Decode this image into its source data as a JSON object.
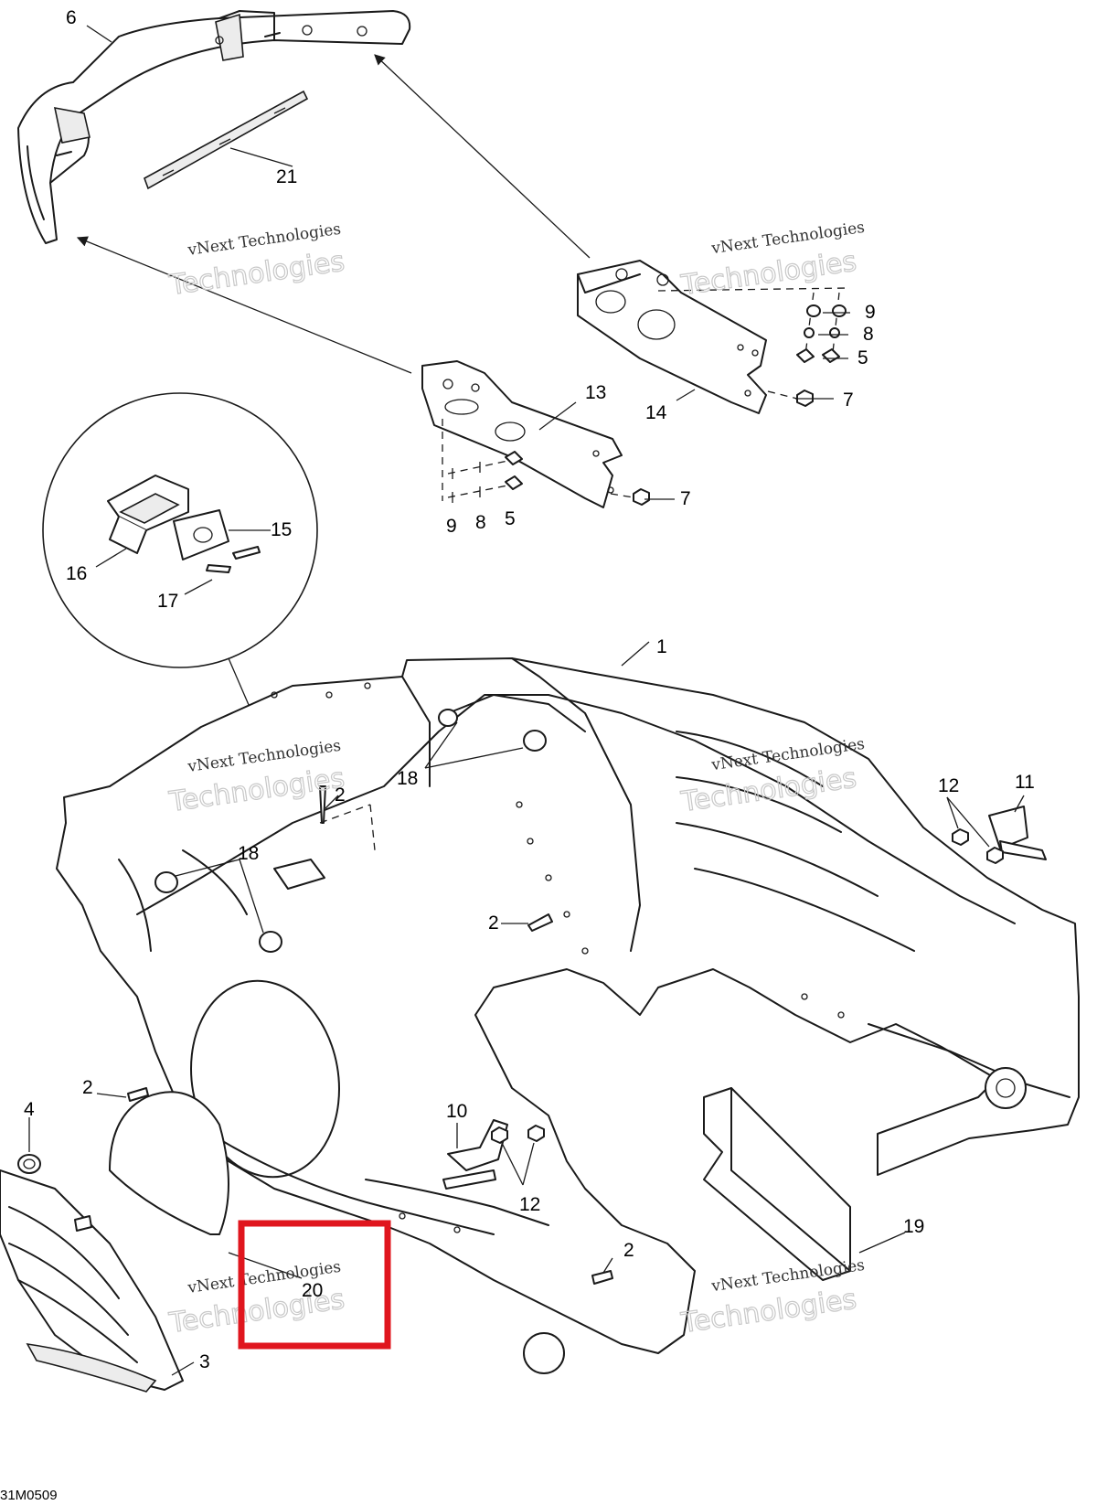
{
  "diagram": {
    "callouts": [
      "1",
      "2",
      "2",
      "2",
      "2",
      "3",
      "4",
      "5",
      "5",
      "6",
      "7",
      "7",
      "8",
      "8",
      "9",
      "9",
      "10",
      "11",
      "12",
      "12",
      "13",
      "14",
      "15",
      "16",
      "17",
      "18",
      "18",
      "19",
      "20",
      "21"
    ],
    "watermark_line1": "vNext Technologies",
    "watermark_line2": "Technologies",
    "reference_code": "31M0509",
    "highlight_color": "#e0161e",
    "line_color": "#1a1a1a"
  }
}
